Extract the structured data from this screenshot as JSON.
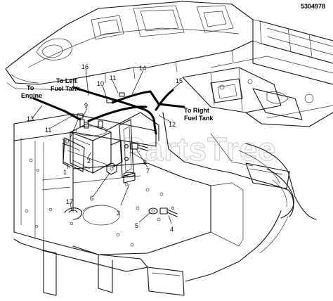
{
  "document": {
    "part_number": "5304978",
    "watermark": "PartsTree"
  },
  "labels": {
    "to_engine_line1": "To",
    "to_engine_line2": "Engine",
    "to_left_tank_line1": "To Left",
    "to_left_tank_line2": "Fuel Tank",
    "to_right_tank_line1": "To Right",
    "to_right_tank_line2": "Fuel Tank"
  },
  "callouts": {
    "c1": "1",
    "c2": "2",
    "c3": "3",
    "c4": "4",
    "c5": "5",
    "c6": "6",
    "c7": "7",
    "c8": "8",
    "c9": "9",
    "c10a": "10",
    "c10b": "10",
    "c11a": "11",
    "c11b": "11",
    "c12": "12",
    "c13": "13",
    "c14": "14",
    "c15": "15",
    "c16": "16",
    "c17": "17"
  },
  "icons": {
    "hose_clamp": "hose-clamp-icon",
    "bolt": "bolt-icon",
    "washer": "washer-icon",
    "nut": "nut-icon"
  }
}
